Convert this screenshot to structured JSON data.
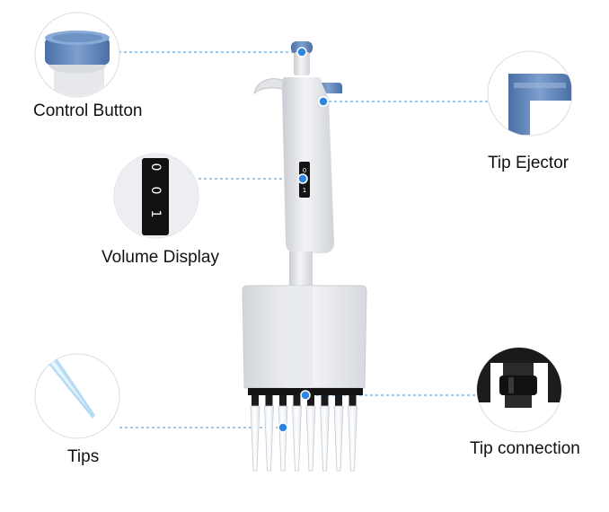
{
  "labels": {
    "control_button": "Control Button",
    "tip_ejector": "Tip Ejector",
    "volume_display": "Volume Display",
    "tips": "Tips",
    "tip_connection": "Tip connection"
  },
  "volume_digits": [
    "0",
    "0",
    "1"
  ],
  "colors": {
    "accent_blue": "#5b82b8",
    "callout_dot": "#2e86de",
    "leader_line": "#3a8fd1",
    "pipette_body": "#e4e6ea",
    "black_part": "#141414"
  }
}
